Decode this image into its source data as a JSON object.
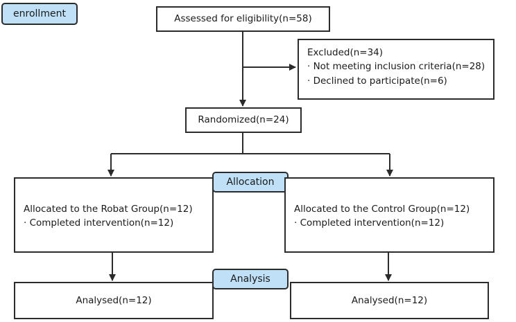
{
  "stages": {
    "enrollment": "enrollment",
    "allocation": "Allocation",
    "analysis": "Analysis"
  },
  "assessed": "Assessed for eligibility(n=58)",
  "excluded": {
    "title": "Excluded(n=34)",
    "items": [
      "· Not meeting inclusion criteria(n=28)",
      "· Declined to participate(n=6)"
    ]
  },
  "randomized": "Randomized(n=24)",
  "robat_group": {
    "title": "Allocated to the Robat Group(n=12)",
    "item": "· Completed intervention(n=12)"
  },
  "control_group": {
    "title": "Allocated to the Control Group(n=12)",
    "item": "· Completed intervention(n=12)"
  },
  "analysed_left": "Analysed(n=12)",
  "analysed_right": "Analysed(n=12)"
}
